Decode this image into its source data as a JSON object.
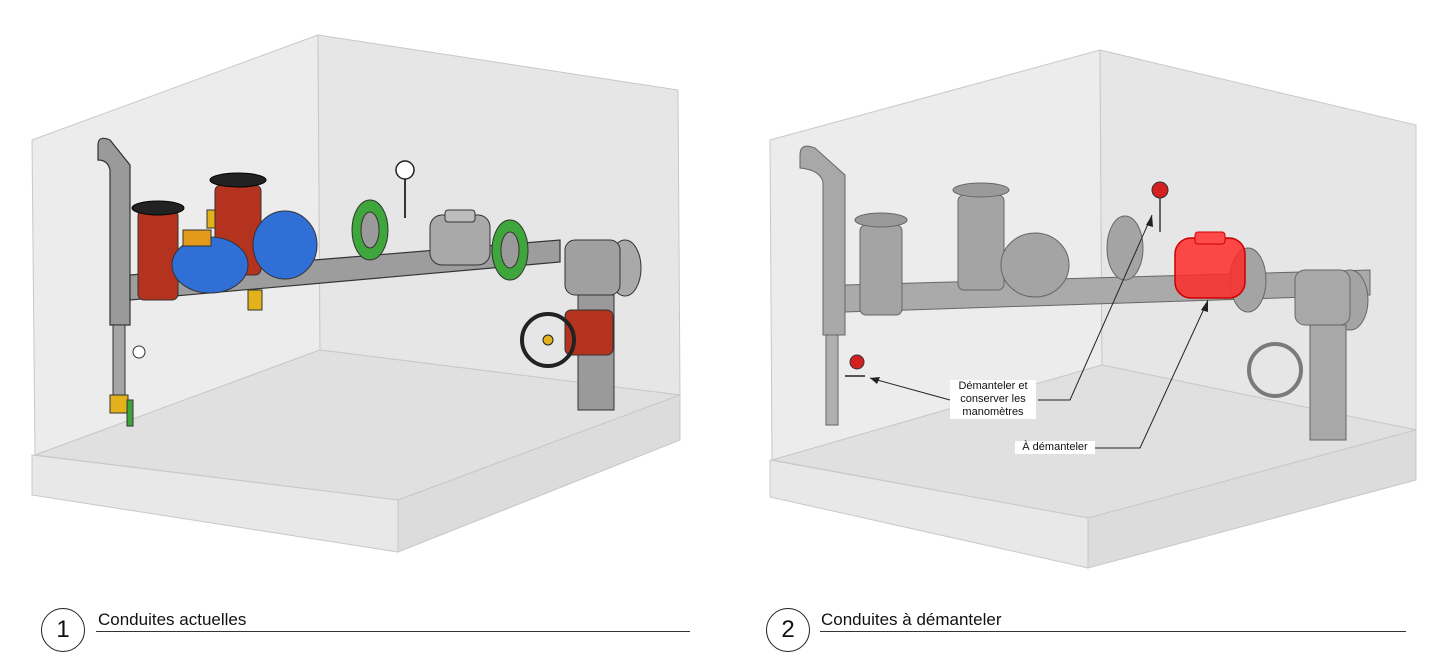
{
  "panels": [
    {
      "number": "1",
      "title": "Conduites actuelles"
    },
    {
      "number": "2",
      "title": "Conduites à démanteler",
      "callouts": {
        "gauges": "Démanteler et conserver les manomètres",
        "dismantle": "À démanteler"
      }
    }
  ],
  "colors": {
    "room_wall": "#e9e9e9",
    "room_floor": "#dedede",
    "pipe_gray": "#9a9a9a",
    "valve_red": "#b3331f",
    "strainer_blue": "#2f6fd6",
    "flange_green": "#3ea63a",
    "fitting_yellow": "#e3b21a",
    "highlight_red": "#ff2a2a"
  }
}
